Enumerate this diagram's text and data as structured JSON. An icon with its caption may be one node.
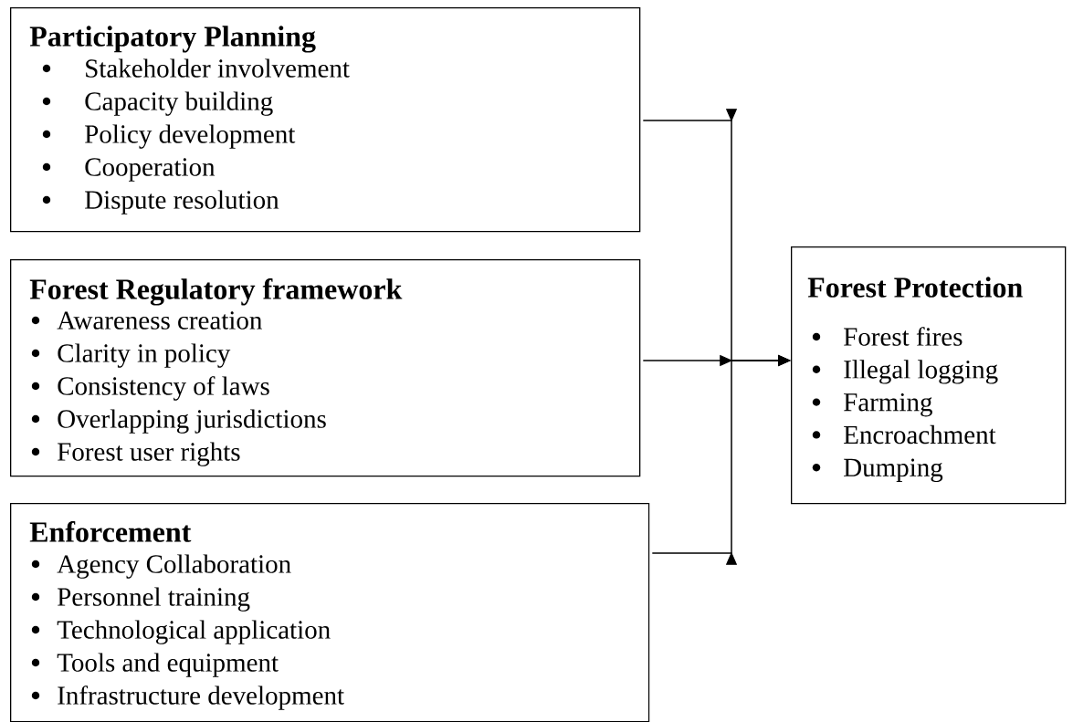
{
  "diagram": {
    "nodes": [
      {
        "text": [
          "Participatory Planning",
          "Stakeholder involvement",
          "Capacity building",
          "Policy development",
          "Cooperation",
          "Dispute resolution"
        ]
      },
      {
        "text": [
          "Forest Regulatory framework",
          "Awareness creation",
          "Clarity in policy",
          "Consistency of laws",
          "Overlapping jurisdictions",
          "Forest user rights"
        ]
      },
      {
        "text": [
          "Enforcement",
          "Agency Collaboration",
          "Personnel training",
          "Technological application",
          "Tools and equipment",
          "Infrastructure development"
        ]
      },
      {
        "text": [
          "Forest Protection",
          "Forest fires",
          "Illegal logging",
          "Farming",
          "Encroachment",
          "Dumping"
        ]
      }
    ],
    "edges": [
      {
        "from": 0,
        "to": 3,
        "arrow": "to"
      },
      {
        "from": 1,
        "to": 3,
        "arrow": "to"
      },
      {
        "from": 2,
        "to": 3,
        "arrow": "to"
      }
    ]
  }
}
